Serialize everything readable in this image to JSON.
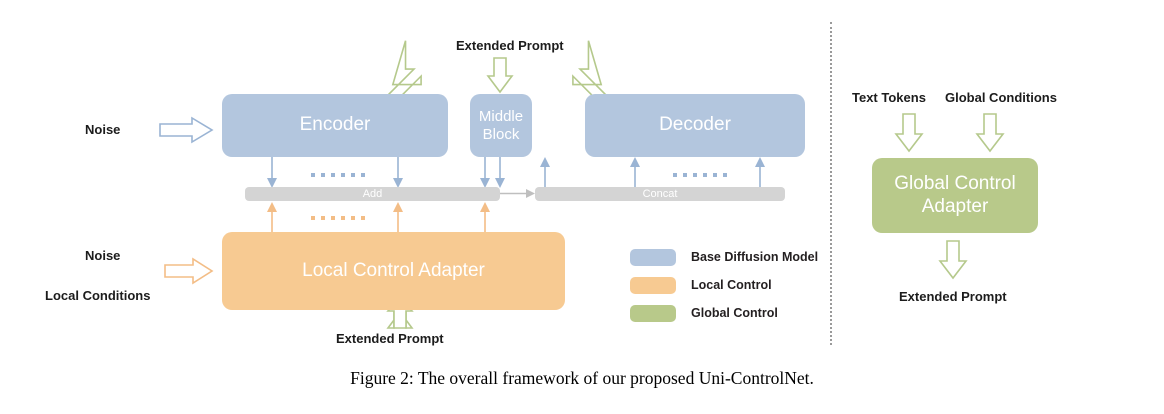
{
  "figure": {
    "caption": "Figure 2: The overall framework of our proposed Uni-ControlNet."
  },
  "colors": {
    "base_diffusion_model": "#b3c6de",
    "local_control": "#f7ca92",
    "global_control": "#b8c98a",
    "merge_bar": "#d4d4d4",
    "blue_arrow": "#9ab4d4",
    "orange_arrow": "#f3bd86",
    "green_arrow": "#b5c98c",
    "gray_arrow": "#bfbfbf",
    "divider": "#9a9a9a",
    "text_dark": "#1c1c1c"
  },
  "left_panel": {
    "blocks": {
      "encoder": "Encoder",
      "middle_block": "Middle Block",
      "decoder": "Decoder",
      "local_control_adapter": "Local Control Adapter"
    },
    "bars": {
      "add": "Add",
      "concat": "Concat"
    },
    "labels": {
      "noise_top": "Noise",
      "noise_bottom": "Noise",
      "local_conditions": "Local Conditions",
      "extended_prompt_top": "Extended Prompt",
      "extended_prompt_bottom": "Extended Prompt"
    }
  },
  "legend": {
    "items": [
      {
        "label": "Base Diffusion Model",
        "color": "#b3c6de"
      },
      {
        "label": "Local Control",
        "color": "#f7ca92"
      },
      {
        "label": "Global Control",
        "color": "#b8c98a"
      }
    ]
  },
  "right_panel": {
    "block": "Global Control Adapter",
    "labels": {
      "text_tokens": "Text Tokens",
      "global_conditions": "Global Conditions",
      "extended_prompt": "Extended Prompt"
    }
  }
}
